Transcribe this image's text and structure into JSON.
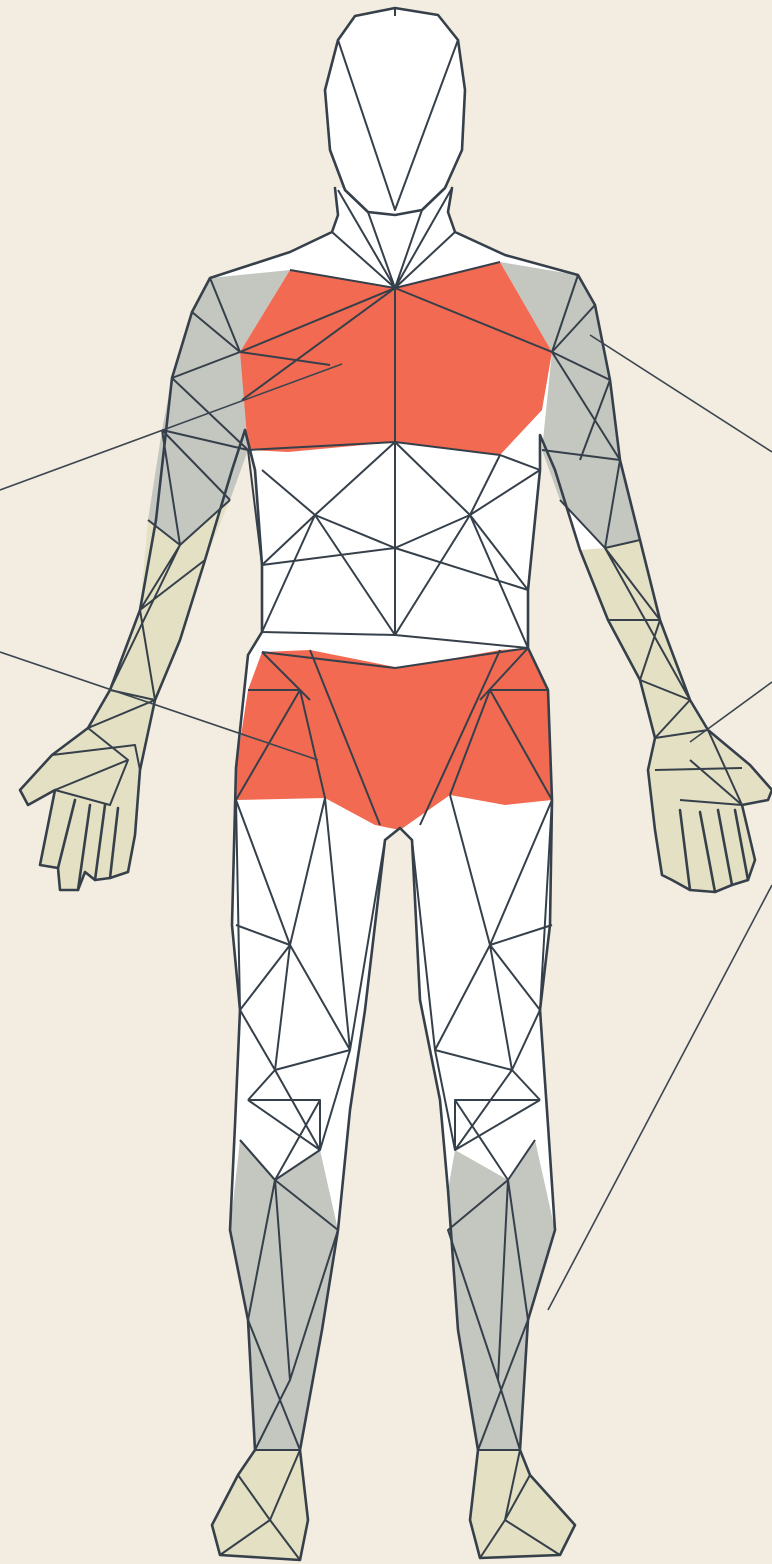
{
  "diagram": {
    "colors": {
      "background": "#f3ece0",
      "outline": "#36404a",
      "highlight": "#f26a52",
      "gray_zone": "#c4c6c0",
      "pale_zone": "#e4e0c4",
      "body_fill": "#ffffff"
    },
    "regions": [
      {
        "id": "chest",
        "shade": "highlight"
      },
      {
        "id": "pelvis",
        "shade": "highlight"
      },
      {
        "id": "shoulders",
        "shade": "gray_zone"
      },
      {
        "id": "upper-arms",
        "shade": "gray_zone"
      },
      {
        "id": "lower-legs",
        "shade": "gray_zone"
      },
      {
        "id": "forearms",
        "shade": "pale_zone"
      },
      {
        "id": "hands",
        "shade": "pale_zone"
      },
      {
        "id": "feet",
        "shade": "pale_zone"
      }
    ],
    "callout_lines": 5
  }
}
